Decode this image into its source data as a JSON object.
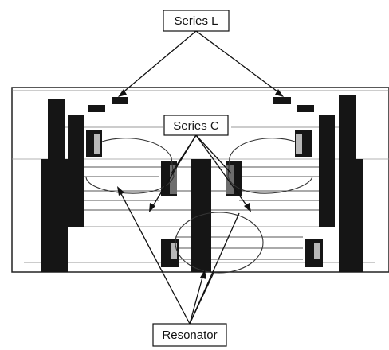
{
  "labels": {
    "series_l": "Series L",
    "series_c": "Series C",
    "resonator": "Resonator"
  },
  "colors": {
    "background": "#ffffff",
    "board": "#ffffff",
    "metal": "#151515",
    "line": "#111111"
  }
}
